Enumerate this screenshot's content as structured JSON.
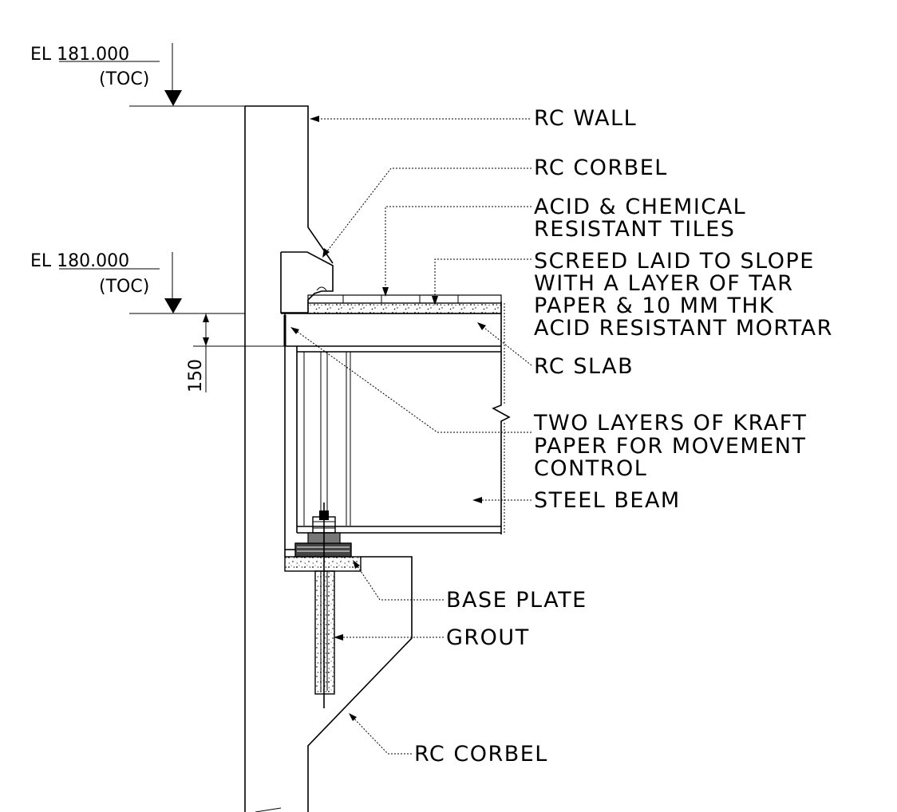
{
  "elevations": {
    "upper": {
      "label": "EL 181.000",
      "sub": "(TOC)"
    },
    "lower": {
      "label": "EL 180.000",
      "sub": "(TOC)"
    }
  },
  "dimension": {
    "slab_thickness": "150"
  },
  "labels": {
    "rc_wall": "RC WALL",
    "rc_corbel_top": "RC CORBEL",
    "tiles": [
      "ACID & CHEMICAL",
      "RESISTANT TILES"
    ],
    "screed": [
      "SCREED LAID TO SLOPE",
      "WITH A LAYER OF TAR",
      "PAPER & 10 MM THK",
      "ACID RESISTANT MORTAR"
    ],
    "rc_slab": "RC SLAB",
    "kraft": [
      "TWO LAYERS OF KRAFT",
      "PAPER FOR MOVEMENT",
      "CONTROL"
    ],
    "steel_beam": "STEEL BEAM",
    "base_plate": "BASE PLATE",
    "grout": "GROUT",
    "rc_corbel_bottom": "RC CORBEL"
  }
}
